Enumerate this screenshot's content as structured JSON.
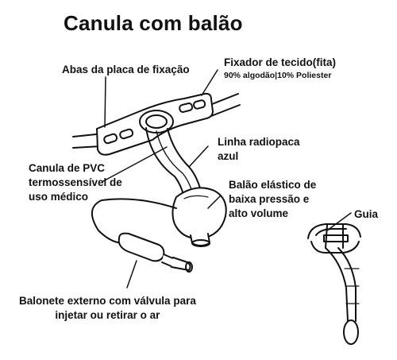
{
  "title": "Canula com balão",
  "labels": {
    "abas": "Abas da placa de fixação",
    "fixador": "Fixador de tecido(fita)",
    "fixador_sub": "90% algodão|10% Poliester",
    "linha_1": "Linha radiopaca",
    "linha_2": "azul",
    "canula_1": "Canula de PVC",
    "canula_2": "termossensível de",
    "canula_3": "uso médico",
    "balao_1": "Balão elástico de",
    "balao_2": "baixa pressão e",
    "balao_3": "alto volume",
    "guia": "Guia",
    "balonete_1": "Balonete externo com válvula para",
    "balonete_2": "injetar ou retirar o ar"
  },
  "colors": {
    "ink": "#111111",
    "background": "#ffffff"
  }
}
